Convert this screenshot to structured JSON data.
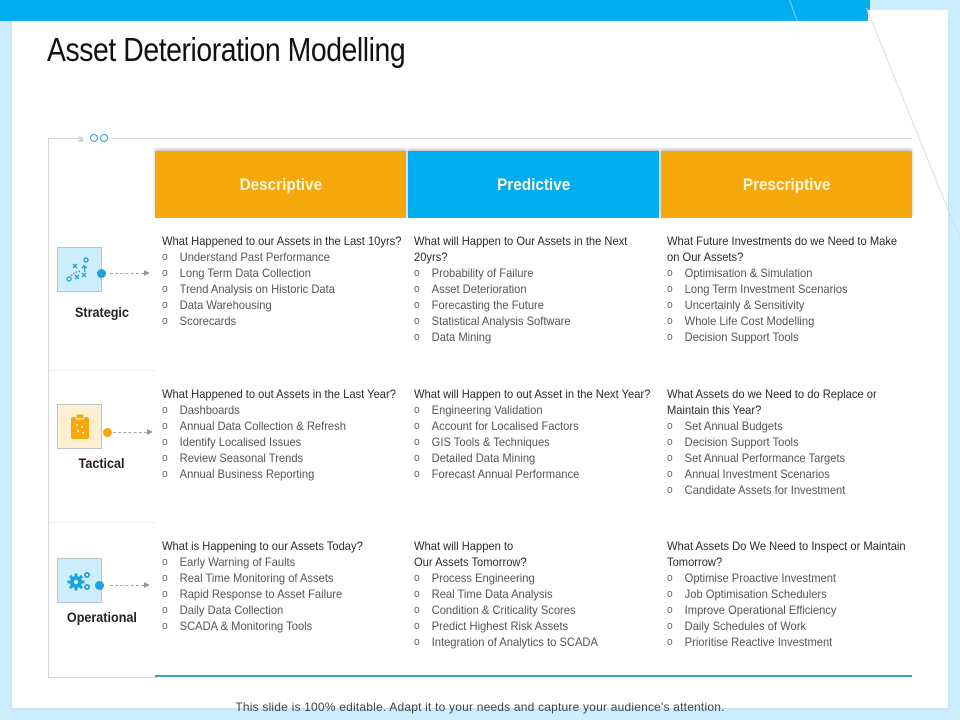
{
  "slide": {
    "title": "Asset Deterioration Modelling",
    "footer": "This slide is 100% editable. Adapt it to your needs and capture your audience's attention.",
    "colors": {
      "accent_blue": "#00aeef",
      "accent_orange": "#f5a80c",
      "background": "#cdeefc",
      "rule_teal": "#3aa6a6"
    }
  },
  "columns": [
    {
      "label": "Descriptive",
      "color": "#f5a80c"
    },
    {
      "label": "Predictive",
      "color": "#00aeef"
    },
    {
      "label": "Prescriptive",
      "color": "#f5a80c"
    }
  ],
  "rows": [
    {
      "label": "Strategic",
      "icon": "strategy-plan-icon",
      "icon_bg": "#cdeefc",
      "dot_color": "#1aa3de",
      "cells": [
        {
          "question": "What Happened to our Assets in the Last 10yrs?",
          "items": [
            "Understand Past Performance",
            "Long Term Data Collection",
            "Trend Analysis on Historic Data",
            "Data Warehousing",
            "Scorecards"
          ]
        },
        {
          "question": "What will Happen to Our Assets in the Next 20yrs?",
          "items": [
            "Probability of Failure",
            "Asset Deterioration",
            "Forecasting the Future",
            "Statistical Analysis Software",
            "Data Mining"
          ]
        },
        {
          "question": "What Future Investments do we Need to Make on Our Assets?",
          "items": [
            "Optimisation & Simulation",
            "Long Term Investment Scenarios",
            "Uncertainly & Sensitivity",
            "Whole Life Cost Modelling",
            "Decision Support Tools"
          ]
        }
      ]
    },
    {
      "label": "Tactical",
      "icon": "clipboard-icon",
      "icon_bg": "#fdf0d0",
      "dot_color": "#f5a80c",
      "cells": [
        {
          "question": "What Happened to out Assets in the Last Year?",
          "items": [
            "Dashboards",
            "Annual Data Collection & Refresh",
            "Identify Localised Issues",
            "Review  Seasonal Trends",
            "Annual Business Reporting"
          ]
        },
        {
          "question": "What will Happen to out Asset in the Next Year?",
          "items": [
            "Engineering Validation",
            "Account for Localised Factors",
            "GIS Tools & Techniques",
            "Detailed Data Mining",
            "Forecast Annual Performance"
          ]
        },
        {
          "question": "What Assets do we Need to do Replace or Maintain this Year?",
          "items": [
            "Set Annual Budgets",
            "Decision Support Tools",
            "Set Annual Performance Targets",
            "Annual Investment Scenarios",
            "Candidate Assets for Investment"
          ]
        }
      ]
    },
    {
      "label": "Operational",
      "icon": "gears-icon",
      "icon_bg": "#cdeefc",
      "dot_color": "#1aa3de",
      "cells": [
        {
          "question": "What is Happening to our Assets Today?",
          "items": [
            "Early Warning of Faults",
            "Real Time Monitoring of Assets",
            "Rapid Response to Asset Failure",
            "Daily Data Collection",
            "SCADA & Monitoring Tools"
          ]
        },
        {
          "question": "What will Happen to\nOur Assets Tomorrow?",
          "items": [
            "Process Engineering",
            "Real Time Data Analysis",
            "Condition & Criticality Scores",
            "Predict Highest Risk Assets",
            "Integration of Analytics to SCADA"
          ]
        },
        {
          "question": "What Assets Do We Need to Inspect or Maintain Tomorrow?",
          "items": [
            "Optimise Proactive Investment",
            "Job Optimisation Schedulers",
            "Improve Operational Efficiency",
            "Daily Schedules of Work",
            "Prioritise Reactive Investment"
          ]
        }
      ]
    }
  ],
  "bullet_glyph": "o"
}
